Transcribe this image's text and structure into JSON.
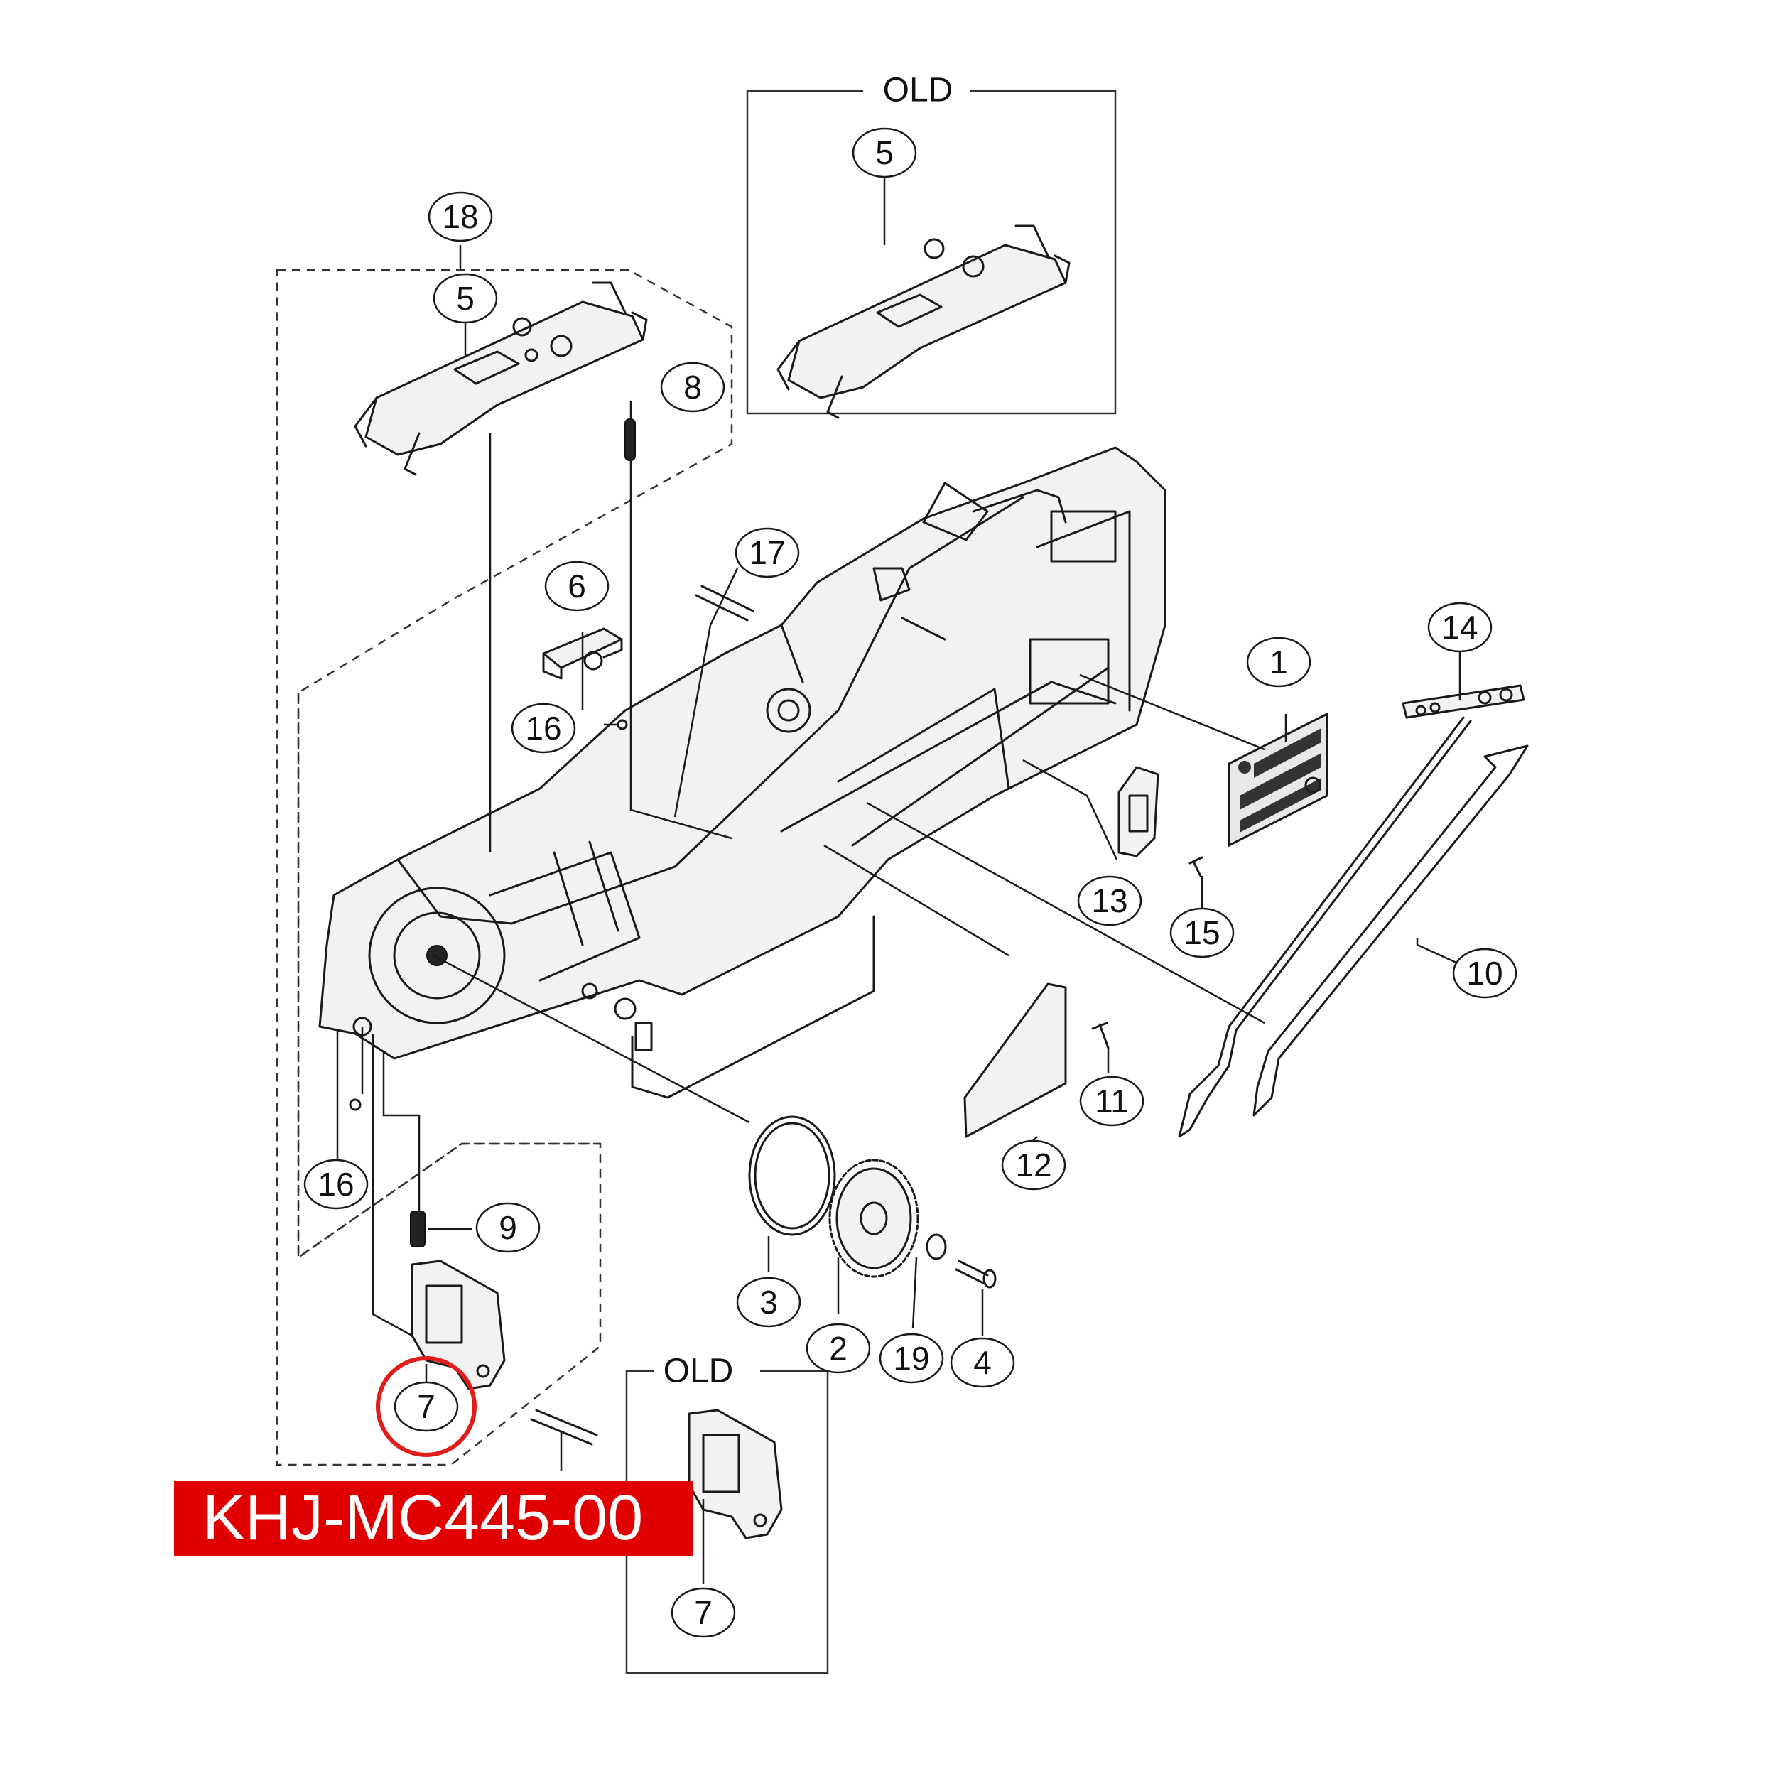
{
  "diagram": {
    "old_labels": [
      "OLD",
      "OLD"
    ],
    "part_code": "KHJ-MC445-00",
    "callouts": {
      "c1": "1",
      "c2": "2",
      "c3": "3",
      "c4": "4",
      "c5a": "5",
      "c5b": "5",
      "c6": "6",
      "c7a": "7",
      "c7b": "7",
      "c8": "8",
      "c9": "9",
      "c10": "10",
      "c11": "11",
      "c12": "12",
      "c13": "13",
      "c14": "14",
      "c15": "15",
      "c16a": "16",
      "c16b": "16",
      "c17": "17",
      "c18": "18",
      "c19": "19"
    },
    "highlighted_part": "7",
    "colors": {
      "highlight": "#e21b1b",
      "code_background": "#e00000",
      "code_text": "#ffffff"
    }
  }
}
